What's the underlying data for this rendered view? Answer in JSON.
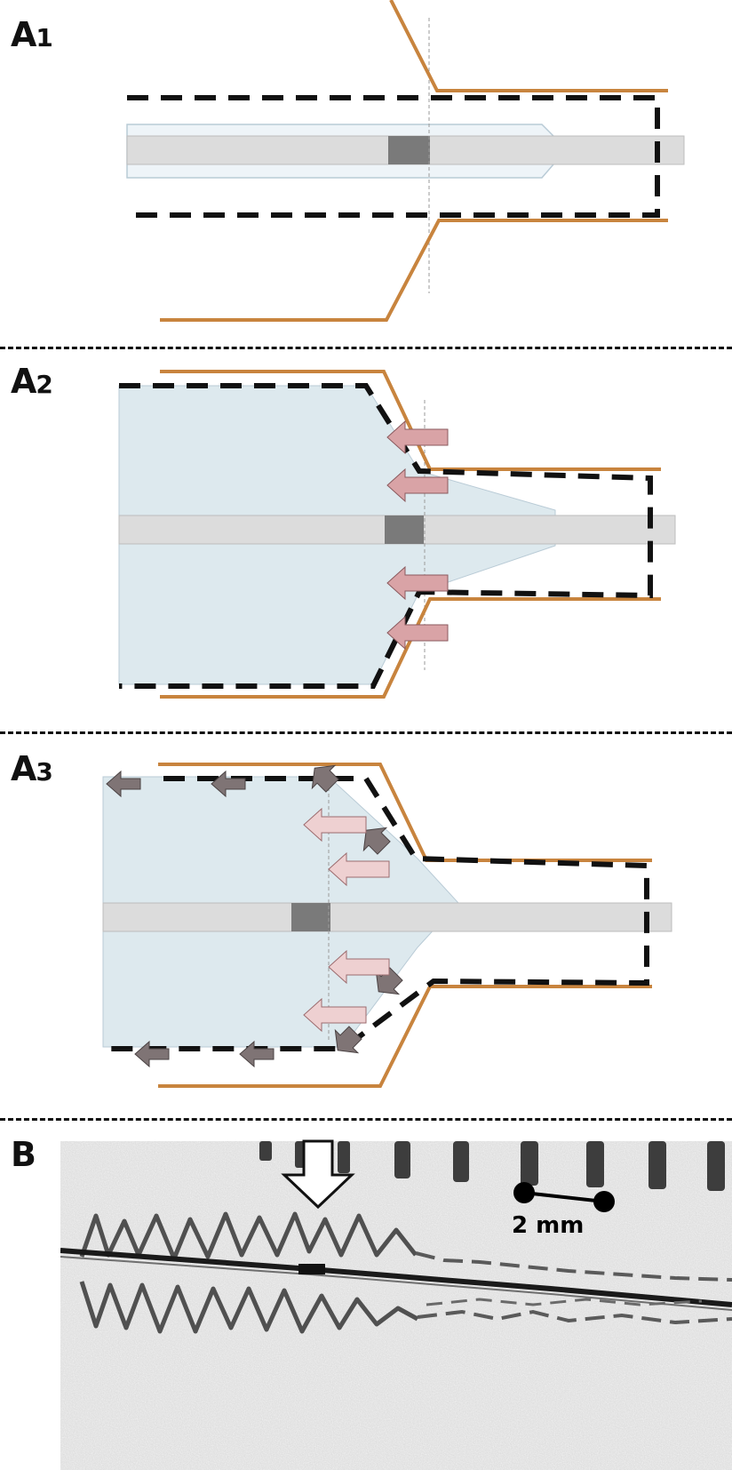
{
  "panels": {
    "a1": {
      "letter": "A",
      "number": "1"
    },
    "a2": {
      "letter": "A",
      "number": "2"
    },
    "a3": {
      "letter": "A",
      "number": "3"
    },
    "b": {
      "letter": "B"
    }
  },
  "scale_bar": {
    "label": "2 mm"
  },
  "colors": {
    "vessel_wall": "#c8843e",
    "balloon_fill": "#dde9ee",
    "wire": "#dcdcdc",
    "marker": "#7a7a7a",
    "arrow_pink": "#d9a3a6",
    "arrow_gray": "#7f7475"
  },
  "icons": {
    "stent-outline": "dashed-rectangle",
    "force-arrow": "block-arrow-left",
    "indicator-arrow": "hollow-down-arrow"
  }
}
